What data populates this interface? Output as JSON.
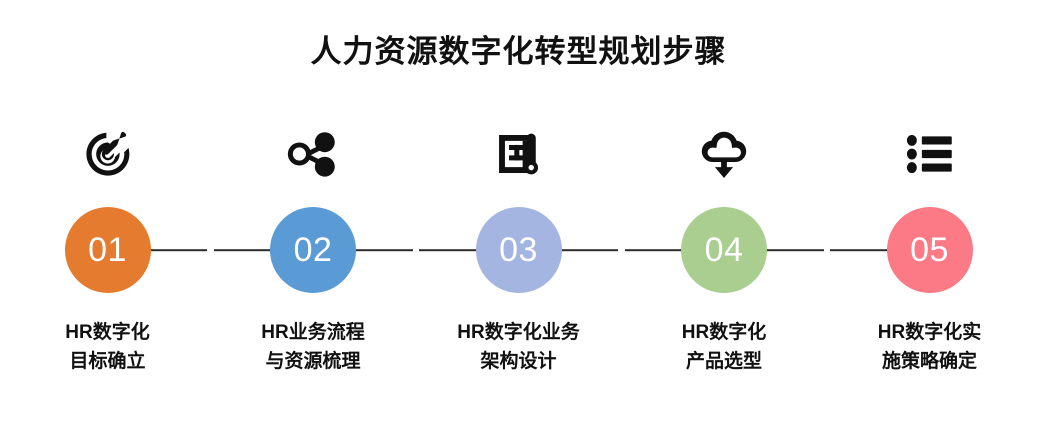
{
  "title": "人力资源数字化转型规划步骤",
  "theme": {
    "background": "#ffffff",
    "text_color": "#111111",
    "connector_color": "#2b2b2b",
    "number_color": "#ffffff"
  },
  "steps": [
    {
      "number": "01",
      "color": "#E57B2E",
      "icon": "target-icon",
      "caption_line1": "HR数字化",
      "caption_line2": "目标确立"
    },
    {
      "number": "02",
      "color": "#5B9BD5",
      "icon": "share-network-icon",
      "caption_line1": "HR业务流程",
      "caption_line2": "与资源梳理"
    },
    {
      "number": "03",
      "color": "#A3B5E0",
      "icon": "blueprint-icon",
      "caption_line1": "HR数字化业务",
      "caption_line2": "架构设计"
    },
    {
      "number": "04",
      "color": "#A9CE8F",
      "icon": "cloud-download-icon",
      "caption_line1": "HR数字化",
      "caption_line2": "产品选型"
    },
    {
      "number": "05",
      "color": "#FB7A85",
      "icon": "bullet-list-icon",
      "caption_line1": "HR数字化实",
      "caption_line2": "施策略确定"
    }
  ]
}
